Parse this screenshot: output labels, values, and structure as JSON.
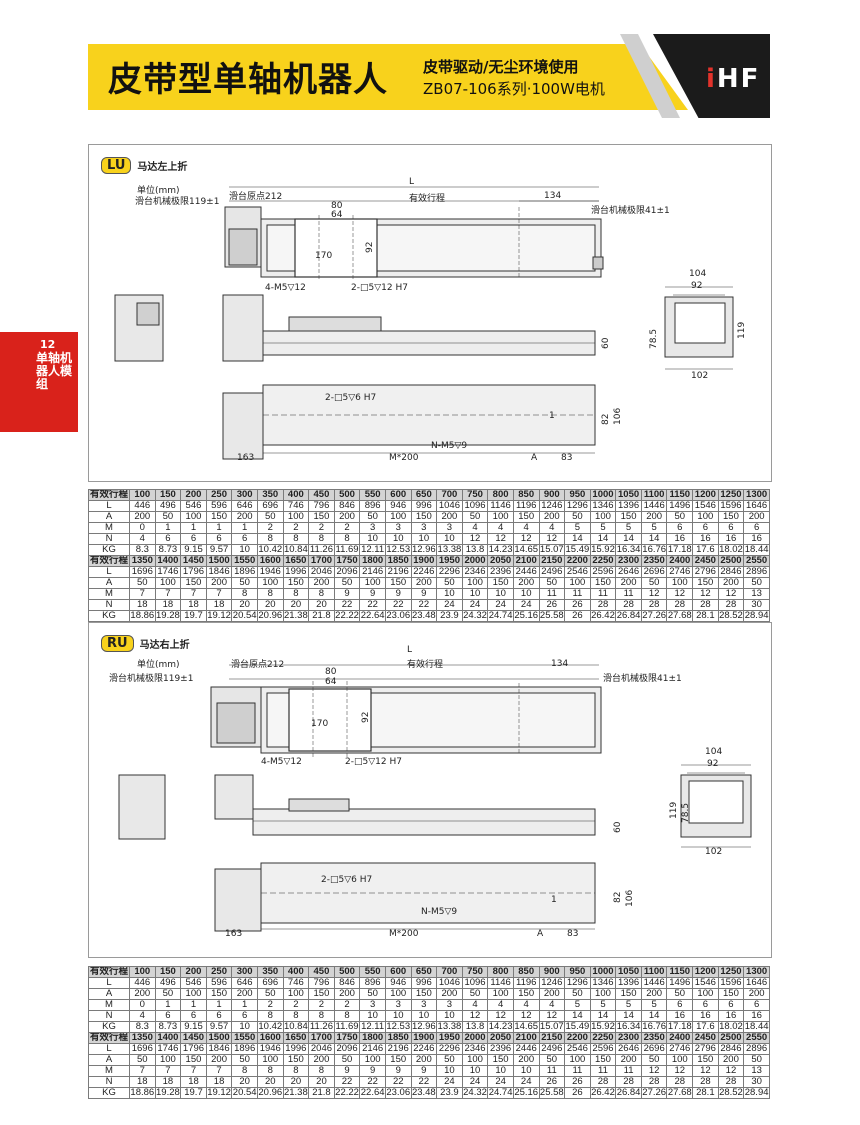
{
  "header": {
    "title": "皮带型单轴机器人",
    "subtitle1": "皮带驱动/无尘环境使用",
    "subtitle2": "ZB07-106系列·100W电机",
    "logo_prefix": "i",
    "logo_main": "HF"
  },
  "side_tab": {
    "number": "12",
    "text": "单轴机器人模组"
  },
  "panel_lu": {
    "code": "LU",
    "name": "马达左上折",
    "dims": {
      "unit": "单位(mm)",
      "origin": "滑台原点212",
      "L": "L",
      "stroke": "有效行程",
      "d134": "134",
      "limit_left": "滑台机械极限119±1",
      "limit_right": "滑台机械极限41±1",
      "d80": "80",
      "d64": "64",
      "d170": "170",
      "d92": "92",
      "m5": "4-M5▽12",
      "pin": "2-□5▽12 H7",
      "d104": "104",
      "d92b": "92",
      "d119": "119",
      "d785": "78.5",
      "d60": "60",
      "d102": "102",
      "pin2": "2-□5▽6 H7",
      "d1": "1",
      "d82": "82",
      "d106": "106",
      "nm5": "N-M5▽9",
      "d163": "163",
      "m200": "M*200",
      "A": "A",
      "d83": "83"
    }
  },
  "panel_ru": {
    "code": "RU",
    "name": "马达右上折",
    "dims": {
      "unit": "单位(mm)",
      "origin": "滑台原点212",
      "L": "L",
      "stroke": "有效行程",
      "d134": "134",
      "limit_left": "滑台机械极限119±1",
      "limit_right": "滑台机械极限41±1",
      "d80": "80",
      "d64": "64",
      "d170": "170",
      "d92": "92",
      "m5": "4-M5▽12",
      "pin": "2-□5▽12 H7",
      "d104": "104",
      "d92b": "92",
      "d119": "119",
      "d785": "78.5",
      "d60": "60",
      "d102": "102",
      "pin2": "2-□5▽6 H7",
      "d1": "1",
      "d82": "82",
      "d106": "106",
      "nm5": "N-M5▽9",
      "d163": "163",
      "m200": "M*200",
      "A": "A",
      "d83": "83"
    }
  },
  "table_part1": {
    "labels": [
      "有效行程",
      "L",
      "A",
      "M",
      "N",
      "KG"
    ],
    "rows": [
      [
        "100",
        "150",
        "200",
        "250",
        "300",
        "350",
        "400",
        "450",
        "500",
        "550",
        "600",
        "650",
        "700",
        "750",
        "800",
        "850",
        "900",
        "950",
        "1000",
        "1050",
        "1100",
        "1150",
        "1200",
        "1250",
        "1300"
      ],
      [
        "446",
        "496",
        "546",
        "596",
        "646",
        "696",
        "746",
        "796",
        "846",
        "896",
        "946",
        "996",
        "1046",
        "1096",
        "1146",
        "1196",
        "1246",
        "1296",
        "1346",
        "1396",
        "1446",
        "1496",
        "1546",
        "1596",
        "1646"
      ],
      [
        "200",
        "50",
        "100",
        "150",
        "200",
        "50",
        "100",
        "150",
        "200",
        "50",
        "100",
        "150",
        "200",
        "50",
        "100",
        "150",
        "200",
        "50",
        "100",
        "150",
        "200",
        "50",
        "100",
        "150",
        "200"
      ],
      [
        "0",
        "1",
        "1",
        "1",
        "1",
        "2",
        "2",
        "2",
        "2",
        "3",
        "3",
        "3",
        "3",
        "4",
        "4",
        "4",
        "4",
        "5",
        "5",
        "5",
        "5",
        "6",
        "6",
        "6",
        "6"
      ],
      [
        "4",
        "6",
        "6",
        "6",
        "6",
        "8",
        "8",
        "8",
        "8",
        "10",
        "10",
        "10",
        "10",
        "12",
        "12",
        "12",
        "12",
        "14",
        "14",
        "14",
        "14",
        "16",
        "16",
        "16",
        "16"
      ],
      [
        "8.3",
        "8.73",
        "9.15",
        "9.57",
        "10",
        "10.42",
        "10.84",
        "11.26",
        "11.69",
        "12.11",
        "12.53",
        "12.96",
        "13.38",
        "13.8",
        "14.23",
        "14.65",
        "15.07",
        "15.49",
        "15.92",
        "16.34",
        "16.76",
        "17.18",
        "17.6",
        "18.02",
        "18.44"
      ]
    ]
  },
  "table_part2": {
    "labels": [
      "有效行程",
      "L",
      "A",
      "M",
      "N",
      "KG"
    ],
    "rows": [
      [
        "1350",
        "1400",
        "1450",
        "1500",
        "1550",
        "1600",
        "1650",
        "1700",
        "1750",
        "1800",
        "1850",
        "1900",
        "1950",
        "2000",
        "2050",
        "2100",
        "2150",
        "2200",
        "2250",
        "2300",
        "2350",
        "2400",
        "2450",
        "2500",
        "2550"
      ],
      [
        "1696",
        "1746",
        "1796",
        "1846",
        "1896",
        "1946",
        "1996",
        "2046",
        "2096",
        "2146",
        "2196",
        "2246",
        "2296",
        "2346",
        "2396",
        "2446",
        "2496",
        "2546",
        "2596",
        "2646",
        "2696",
        "2746",
        "2796",
        "2846",
        "2896"
      ],
      [
        "50",
        "100",
        "150",
        "200",
        "50",
        "100",
        "150",
        "200",
        "50",
        "100",
        "150",
        "200",
        "50",
        "100",
        "150",
        "200",
        "50",
        "100",
        "150",
        "200",
        "50",
        "100",
        "150",
        "200",
        "50"
      ],
      [
        "7",
        "7",
        "7",
        "7",
        "8",
        "8",
        "8",
        "8",
        "9",
        "9",
        "9",
        "9",
        "10",
        "10",
        "10",
        "10",
        "11",
        "11",
        "11",
        "11",
        "12",
        "12",
        "12",
        "12",
        "13"
      ],
      [
        "18",
        "18",
        "18",
        "18",
        "20",
        "20",
        "20",
        "20",
        "22",
        "22",
        "22",
        "22",
        "24",
        "24",
        "24",
        "24",
        "26",
        "26",
        "28",
        "28",
        "28",
        "28",
        "28",
        "28",
        "30"
      ],
      [
        "18.86",
        "19.28",
        "19.7",
        "19.12",
        "20.54",
        "20.96",
        "21.38",
        "21.8",
        "22.22",
        "22.64",
        "23.06",
        "23.48",
        "23.9",
        "24.32",
        "24.74",
        "25.16",
        "25.58",
        "26",
        "26.42",
        "26.84",
        "27.26",
        "27.68",
        "28.1",
        "28.52",
        "28.94"
      ]
    ]
  }
}
